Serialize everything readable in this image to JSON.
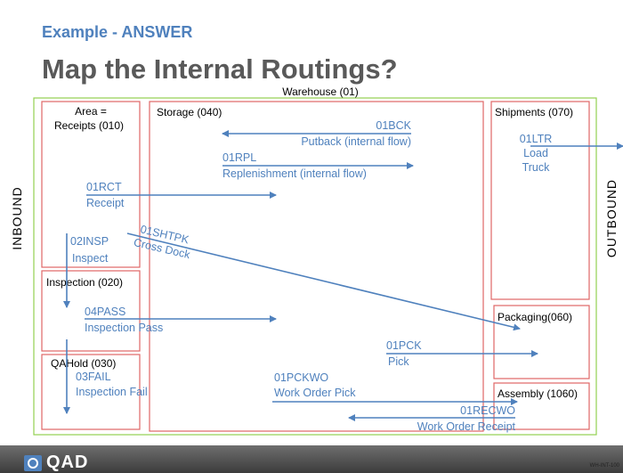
{
  "header": {
    "subtitle": "Example - ANSWER",
    "title": "Map the Internal Routings?"
  },
  "labels": {
    "warehouse": "Warehouse (01)",
    "inbound": "INBOUND",
    "outbound": "OUTBOUND"
  },
  "areas": {
    "receipts_l1": "Area =",
    "receipts_l2": "Receipts (010)",
    "storage": "Storage (040)",
    "inspection": "Inspection (020)",
    "qahold": "QAHold (030)",
    "shipments": "Shipments (070)",
    "packaging": "Packaging(060)",
    "assembly": "Assembly (1060)"
  },
  "routings": {
    "bck_code": "01BCK",
    "bck_desc": "Putback (internal flow)",
    "rpl_code": "01RPL",
    "rpl_desc": "Replenishment (internal flow)",
    "rct_code": "01RCT",
    "rct_desc": "Receipt",
    "insp_code": "02INSP",
    "insp_desc": "Inspect",
    "shtpk_code": "01SHTPK",
    "shtpk_desc": "Cross Dock",
    "pass_code": "04PASS",
    "pass_desc": "Inspection Pass",
    "fail_code": "03FAIL",
    "fail_desc": "Inspection Fail",
    "pck_code": "01PCK",
    "pck_desc": "Pick",
    "pckwo_code": "01PCKWO",
    "pckwo_desc": "Work Order Pick",
    "recwo_code": "01RECWO",
    "recwo_desc": "Work Order Receipt",
    "ltr_code": "01LTR",
    "ltr_desc_1": "Load",
    "ltr_desc_2": "Truck"
  },
  "footer": {
    "logo": "QAD",
    "code": "WH-INT-100"
  },
  "colors": {
    "accent": "#4f81bd",
    "area_border": "#e06666",
    "warehouse_border": "#92d050",
    "title_gray": "#595959"
  }
}
